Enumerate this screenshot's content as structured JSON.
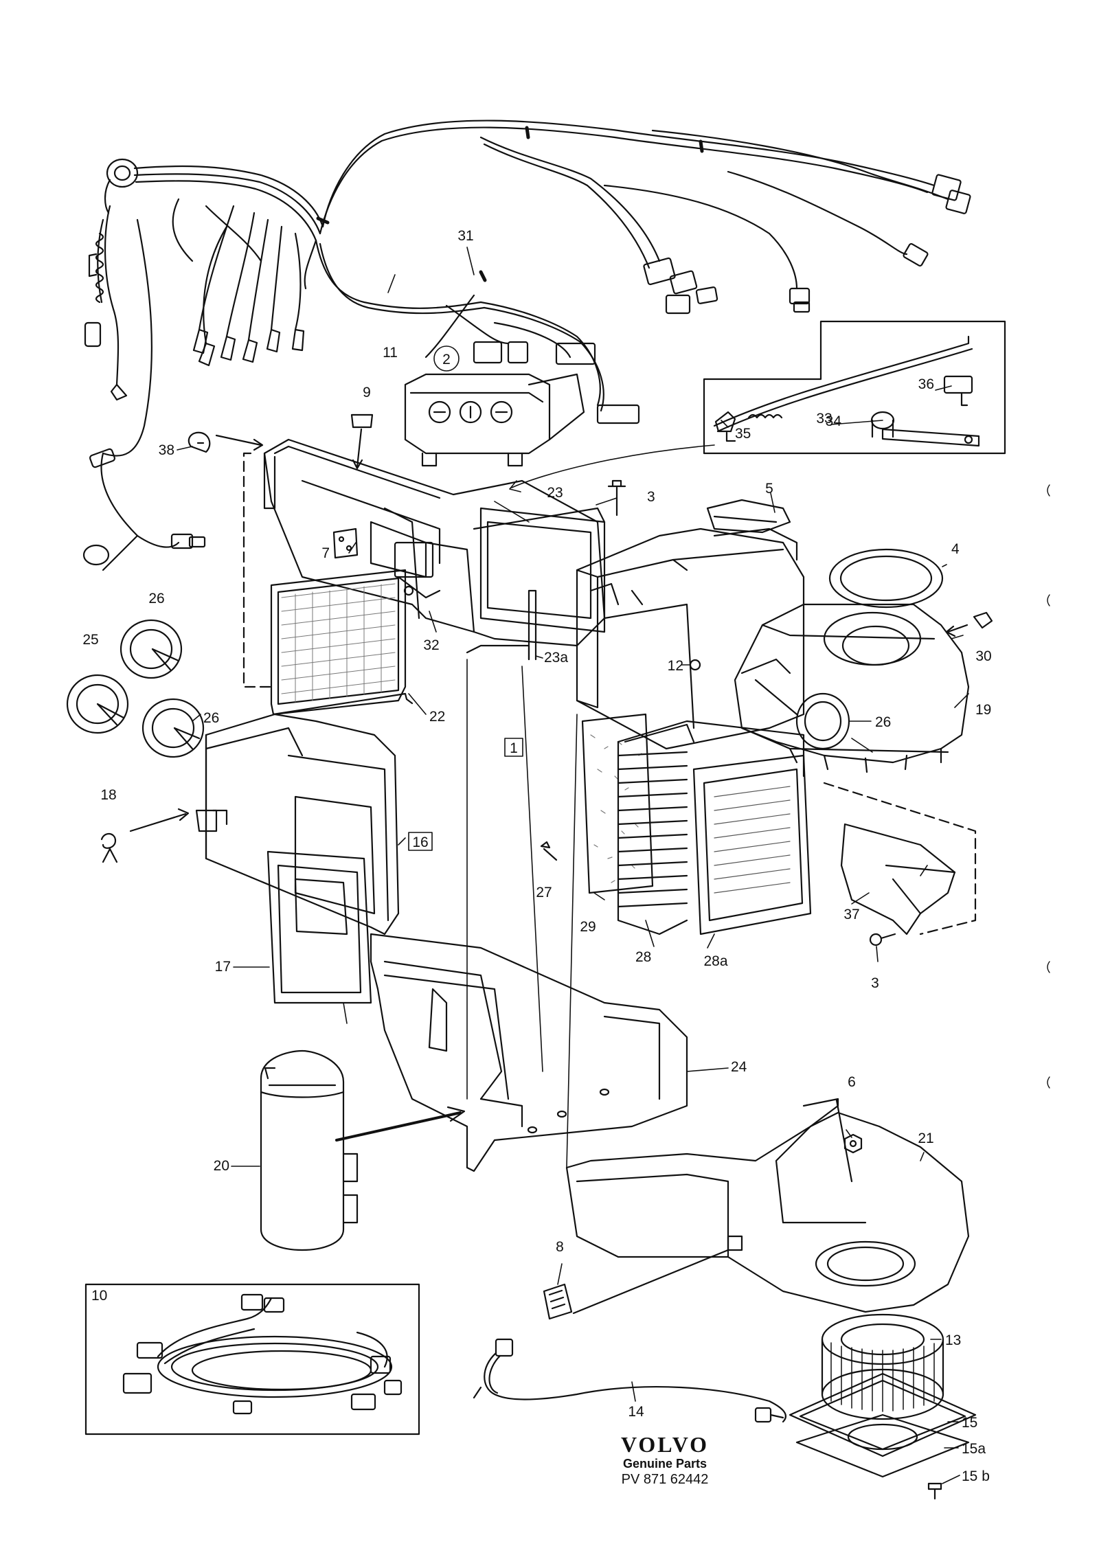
{
  "callouts": {
    "c1": "1",
    "c2": "2",
    "c3a": "3",
    "c3b": "3",
    "c4": "4",
    "c5": "5",
    "c6": "6",
    "c7": "7",
    "c8": "8",
    "c9": "9",
    "c10": "10",
    "c11": "11",
    "c12": "12",
    "c13": "13",
    "c14": "14",
    "c15": "15",
    "c15a": "15a",
    "c15b": "15 b",
    "c16": "16",
    "c17": "17",
    "c18": "18",
    "c19": "19",
    "c20": "20",
    "c21": "21",
    "c22": "22",
    "c23": "23",
    "c23a": "23a",
    "c24": "24",
    "c25": "25",
    "c26a": "26",
    "c26b": "26",
    "c26c": "26",
    "c27": "27",
    "c28": "28",
    "c28a": "28a",
    "c29": "29",
    "c30": "30",
    "c31": "31",
    "c32": "32",
    "c33": "33",
    "c34": "34",
    "c35": "35",
    "c36": "36",
    "c37": "37",
    "c38": "38"
  },
  "brand": {
    "logo": "VOLVO",
    "subtitle": "Genuine Parts",
    "part_number": "PV 871 62442"
  },
  "colors": {
    "ink": "#111111",
    "paper": "#ffffff",
    "texture": "#777777"
  }
}
